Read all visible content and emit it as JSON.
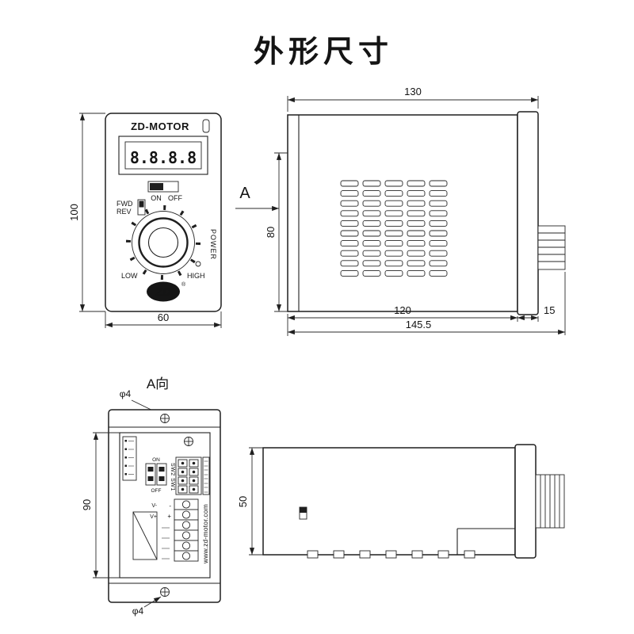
{
  "title": "外形尺寸",
  "front_view": {
    "brand": "ZD-MOTOR",
    "display_value": "8.8.8.8",
    "switch_on": "ON",
    "switch_off": "OFF",
    "fwd": "FWD",
    "rev": "REV",
    "low": "LOW",
    "high": "HIGH",
    "power": "POWER",
    "logo": "ZD",
    "reg_mark": "®",
    "dim_height": "100",
    "dim_width": "60"
  },
  "side_view": {
    "view_label": "A",
    "dim_width_top": "130",
    "dim_height": "80",
    "dim_body": "120",
    "dim_flange": "15",
    "dim_total": "145.5"
  },
  "back_view": {
    "view_label": "A向",
    "hole_top": "φ4",
    "hole_bottom": "φ4",
    "dim_height": "90",
    "dip_on": "ON",
    "dip_off": "OFF",
    "sw_label": "SW2 SW1",
    "v_minus": "V-",
    "v_plus": "V+",
    "minus": "-",
    "plus": "+",
    "website": "www.zd-motor.com"
  },
  "bottom_view": {
    "dim_height": "50"
  }
}
